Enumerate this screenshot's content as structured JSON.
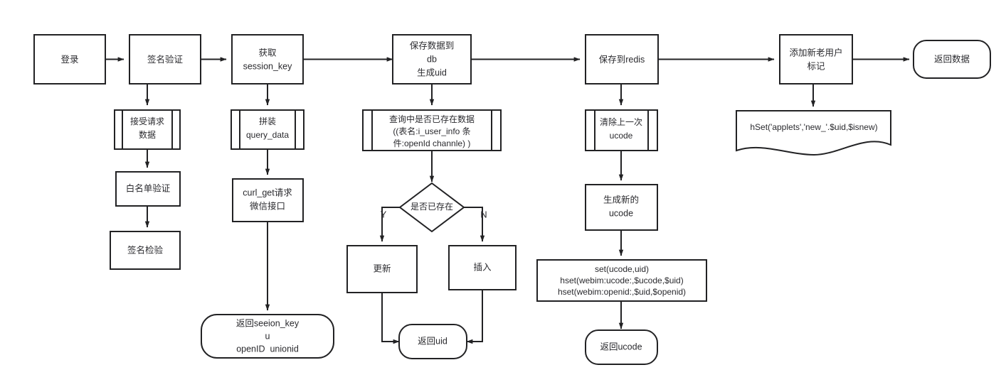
{
  "diagram": {
    "title": "",
    "background_color": "#ffffff",
    "stroke_color": "#222224",
    "text_color": "#2a2a2e"
  },
  "chart_data": {
    "type": "diagram",
    "subtype": "flowchart",
    "orientation": "left-to-right with vertical sub-branches",
    "nodes": [
      {
        "id": "login",
        "shape": "process",
        "lines": [
          "登录"
        ]
      },
      {
        "id": "sign-verify",
        "shape": "process",
        "lines": [
          "签名验证"
        ]
      },
      {
        "id": "get-session",
        "shape": "process",
        "lines": [
          "获取",
          "session_key"
        ]
      },
      {
        "id": "save-db",
        "shape": "process",
        "lines": [
          "保存数据到",
          "db",
          "生成uid"
        ]
      },
      {
        "id": "save-redis",
        "shape": "process",
        "lines": [
          "保存到redis"
        ]
      },
      {
        "id": "add-flag",
        "shape": "process",
        "lines": [
          "添加新老用户",
          "标记"
        ]
      },
      {
        "id": "return-data",
        "shape": "terminator",
        "lines": [
          "返回数据"
        ]
      },
      {
        "id": "recv-request",
        "shape": "predefined-process",
        "lines": [
          "接受请求",
          "数据"
        ]
      },
      {
        "id": "whitelist",
        "shape": "process",
        "lines": [
          "白名单验证"
        ]
      },
      {
        "id": "sign-check",
        "shape": "process",
        "lines": [
          "签名检验"
        ]
      },
      {
        "id": "assemble",
        "shape": "predefined-process",
        "lines": [
          "拼装",
          "query_data"
        ]
      },
      {
        "id": "curl-get",
        "shape": "process",
        "lines": [
          "curl_get请求",
          "微信接口"
        ]
      },
      {
        "id": "return-sk",
        "shape": "terminator",
        "lines": [
          "返回seeion_key",
          "u",
          "openID  unionid"
        ]
      },
      {
        "id": "query-exists",
        "shape": "predefined-process",
        "lines": [
          "查询中是否已存在数据",
          "((表名:i_user_info 条",
          "件:openId channle) )"
        ]
      },
      {
        "id": "decision",
        "shape": "decision",
        "lines": [
          "是否已存在"
        ]
      },
      {
        "id": "update",
        "shape": "process",
        "lines": [
          "更新"
        ]
      },
      {
        "id": "insert",
        "shape": "process",
        "lines": [
          "插入"
        ]
      },
      {
        "id": "return-uid",
        "shape": "terminator",
        "lines": [
          "返回uid"
        ]
      },
      {
        "id": "clear-ucode",
        "shape": "predefined-process",
        "lines": [
          "清除上一次",
          "ucode"
        ]
      },
      {
        "id": "gen-ucode",
        "shape": "process",
        "lines": [
          "生成新的",
          "ucode"
        ]
      },
      {
        "id": "redis-cmds",
        "shape": "process",
        "lines": [
          "set(ucode,uid)",
          "hset(webim:ucode:,$ucode,$uid)",
          "hset(webim:openid:,$uid,$openid)"
        ]
      },
      {
        "id": "return-ucode",
        "shape": "terminator",
        "lines": [
          "返回ucode"
        ]
      },
      {
        "id": "hset-applets",
        "shape": "document",
        "lines": [
          "hSet('applets','new_'.$uid,$isnew)"
        ]
      }
    ],
    "edges": [
      {
        "from": "login",
        "to": "sign-verify",
        "label": ""
      },
      {
        "from": "sign-verify",
        "to": "get-session",
        "label": ""
      },
      {
        "from": "get-session",
        "to": "save-db",
        "label": ""
      },
      {
        "from": "save-db",
        "to": "save-redis",
        "label": ""
      },
      {
        "from": "save-redis",
        "to": "add-flag",
        "label": ""
      },
      {
        "from": "add-flag",
        "to": "return-data",
        "label": ""
      },
      {
        "from": "sign-verify",
        "to": "recv-request",
        "label": ""
      },
      {
        "from": "recv-request",
        "to": "whitelist",
        "label": ""
      },
      {
        "from": "whitelist",
        "to": "sign-check",
        "label": ""
      },
      {
        "from": "get-session",
        "to": "assemble",
        "label": ""
      },
      {
        "from": "assemble",
        "to": "curl-get",
        "label": ""
      },
      {
        "from": "curl-get",
        "to": "return-sk",
        "label": ""
      },
      {
        "from": "save-db",
        "to": "query-exists",
        "label": ""
      },
      {
        "from": "query-exists",
        "to": "decision",
        "label": ""
      },
      {
        "from": "decision",
        "to": "update",
        "label": "Y"
      },
      {
        "from": "decision",
        "to": "insert",
        "label": "N"
      },
      {
        "from": "update",
        "to": "return-uid",
        "label": ""
      },
      {
        "from": "insert",
        "to": "return-uid",
        "label": ""
      },
      {
        "from": "save-redis",
        "to": "clear-ucode",
        "label": ""
      },
      {
        "from": "clear-ucode",
        "to": "gen-ucode",
        "label": ""
      },
      {
        "from": "gen-ucode",
        "to": "redis-cmds",
        "label": ""
      },
      {
        "from": "redis-cmds",
        "to": "return-ucode",
        "label": ""
      },
      {
        "from": "add-flag",
        "to": "hset-applets",
        "label": ""
      }
    ],
    "edge_labels": {
      "yes": "Y",
      "no": "N"
    }
  },
  "nodes": {
    "login": {
      "l1": "登录"
    },
    "sign_verify": {
      "l1": "签名验证"
    },
    "get_session": {
      "l1": "获取",
      "l2": "session_key"
    },
    "save_db": {
      "l1": "保存数据到",
      "l2": "db",
      "l3": "生成uid"
    },
    "save_redis": {
      "l1": "保存到redis"
    },
    "add_flag": {
      "l1": "添加新老用户",
      "l2": "标记"
    },
    "return_data": {
      "l1": "返回数据"
    },
    "recv_request": {
      "l1": "接受请求",
      "l2": "数据"
    },
    "whitelist": {
      "l1": "白名单验证"
    },
    "sign_check": {
      "l1": "签名检验"
    },
    "assemble": {
      "l1": "拼装",
      "l2": "query_data"
    },
    "curl_get": {
      "l1": "curl_get请求",
      "l2": "微信接口"
    },
    "return_sk": {
      "l1": "返回seeion_key",
      "l2": "u",
      "l3": "openID  unionid"
    },
    "query_exists": {
      "l1": "查询中是否已存在数据",
      "l2": "((表名:i_user_info 条",
      "l3": "件:openId channle) )"
    },
    "decision": {
      "l1": "是否已存在"
    },
    "update": {
      "l1": "更新"
    },
    "insert": {
      "l1": "插入"
    },
    "return_uid": {
      "l1": "返回uid"
    },
    "clear_ucode": {
      "l1": "清除上一次",
      "l2": "ucode"
    },
    "gen_ucode": {
      "l1": "生成新的",
      "l2": "ucode"
    },
    "redis_cmds": {
      "l1": "set(ucode,uid)",
      "l2": "hset(webim:ucode:,$ucode,$uid)",
      "l3": "hset(webim:openid:,$uid,$openid)"
    },
    "return_ucode": {
      "l1": "返回ucode"
    },
    "hset_applets": {
      "l1": "hSet('applets','new_'.$uid,$isnew)"
    }
  },
  "labels": {
    "yes": "Y",
    "no": "N"
  }
}
